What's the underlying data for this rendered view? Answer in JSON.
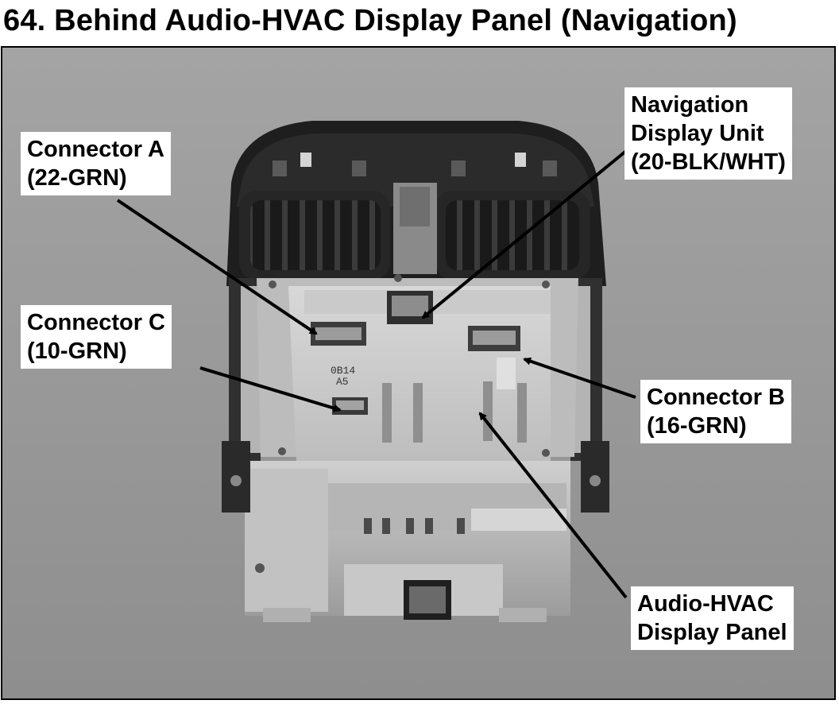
{
  "title": "64. Behind Audio-HVAC Display Panel (Navigation)",
  "callouts": {
    "connector_a": {
      "line1": "Connector A",
      "line2": "(22-GRN)"
    },
    "navigation": {
      "line1": "Navigation",
      "line2": "Display Unit",
      "line3": "(20-BLK/WHT)"
    },
    "connector_c": {
      "line1": "Connector C",
      "line2": "(10-GRN)"
    },
    "connector_b": {
      "line1": "Connector B",
      "line2": "(16-GRN)"
    },
    "audio_hvac": {
      "line1": "Audio-HVAC",
      "line2": "Display Panel"
    }
  },
  "part_marking": {
    "line1": "0B14",
    "line2": "A5"
  }
}
